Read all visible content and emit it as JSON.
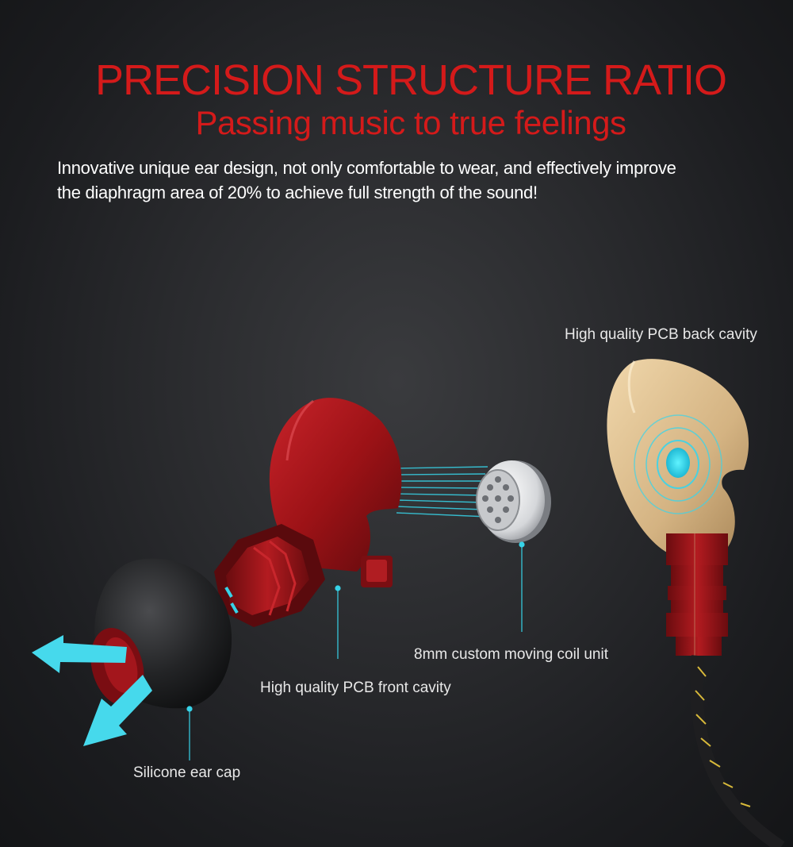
{
  "heading": {
    "title": "PRECISION STRUCTURE RATIO",
    "subtitle": "Passing music to true feelings"
  },
  "description": {
    "line1": "Innovative unique ear design, not only comfortable to wear, and effectively improve",
    "line2": "the diaphragm area of 20% to achieve full strength of the sound!"
  },
  "callouts": {
    "back_cavity": "High quality PCB back cavity",
    "coil_unit": "8mm custom moving coil unit",
    "front_cavity": "High quality PCB front cavity",
    "ear_cap": "Silicone ear cap"
  },
  "colors": {
    "title_red": "#d41a1a",
    "accent_cyan": "#3ee0f0",
    "shell_red": "#9c1216",
    "back_gold": "#d9b987"
  }
}
